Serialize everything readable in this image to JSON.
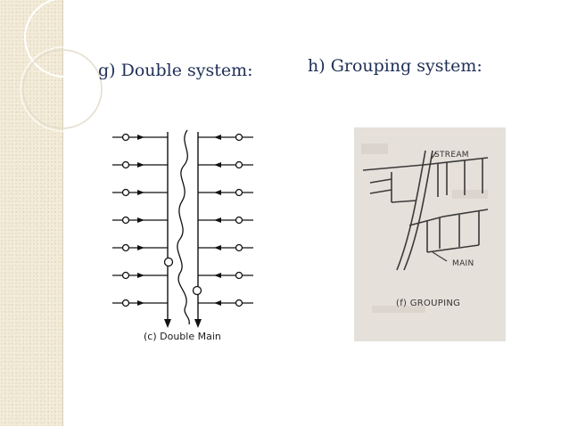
{
  "slide": {
    "left_heading": "g) Double system:",
    "right_heading": "h) Grouping system:"
  },
  "figures": {
    "double_main": {
      "caption": "(c) Double Main"
    },
    "grouping": {
      "stream_label": "STREAM",
      "main_label": "MAIN",
      "caption": "(f) GROUPING"
    }
  },
  "colors": {
    "heading": "#1f2f56",
    "side_panel": "#f3ecd9",
    "photo_background": "#e6e0da"
  }
}
